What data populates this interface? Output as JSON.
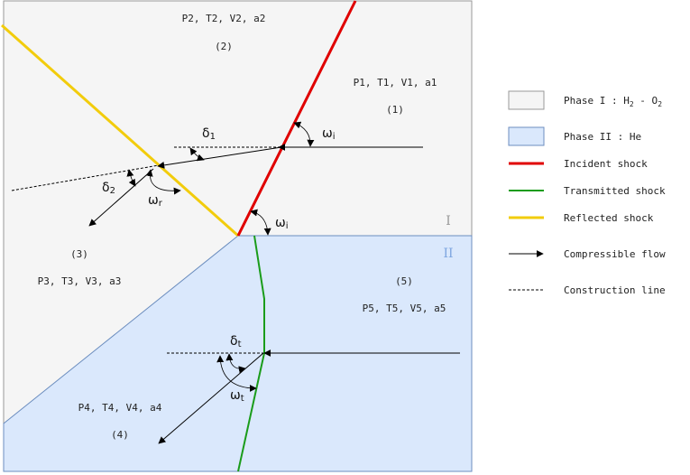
{
  "regions": {
    "r1": {
      "state": "P1, T1, V1, a1",
      "number": "(1)"
    },
    "r2": {
      "state": "P2, T2, V2, a2",
      "number": "(2)"
    },
    "r3": {
      "state": "P3, T3, V3, a3",
      "number": "(3)"
    },
    "r4": {
      "state": "P4, T4, V4, a4",
      "number": "(4)"
    },
    "r5": {
      "state": "P5, T5, V5, a5",
      "number": "(5)"
    }
  },
  "phase_marks": {
    "upper": "I",
    "lower": "II"
  },
  "angles": {
    "omega_i": {
      "base": "ω",
      "sub": "i"
    },
    "omega_i_lower": {
      "base": "ω",
      "sub": "i"
    },
    "omega_r": {
      "base": "ω",
      "sub": "r"
    },
    "omega_t": {
      "base": "ω",
      "sub": "t"
    },
    "delta_1": {
      "base": "δ",
      "sub": "1"
    },
    "delta_2": {
      "base": "δ",
      "sub": "2"
    },
    "delta_t": {
      "base": "δ",
      "sub": "t"
    }
  },
  "legend": {
    "phase1": {
      "prefix": "Phase I : H",
      "sub_a": "2",
      "middle": " - O",
      "sub_b": "2"
    },
    "phase2": "Phase II : He",
    "incident": "Incident shock",
    "transmitted": "Transmitted shock",
    "reflected": "Reflected shock",
    "flow": "Compressible flow",
    "construction": "Construction line"
  },
  "colors": {
    "phase1_fill": "#f5f5f5",
    "phase2_fill": "#dae8fc",
    "phase2_border": "#6c8ebf",
    "incident": "#e00000",
    "transmitted": "#1a9c1a",
    "reflected": "#f2cc0c",
    "phase_mark": "#999999",
    "phase_mark_lower": "#7ea6e0"
  }
}
